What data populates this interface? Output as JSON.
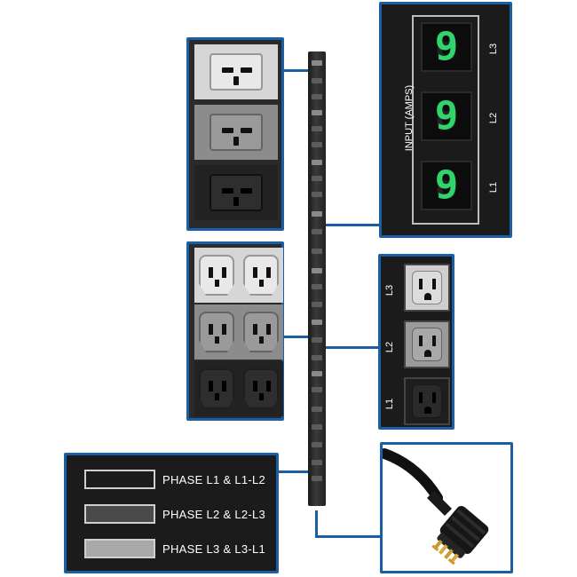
{
  "display": {
    "title": "INPUT (AMPS)",
    "phases": [
      {
        "label": "L3",
        "reading": "9"
      },
      {
        "label": "L2",
        "reading": "9"
      },
      {
        "label": "L1",
        "reading": "9"
      }
    ],
    "digit_color": "#2fd56b"
  },
  "nema_outlets": {
    "phases": [
      {
        "label": "L3",
        "color": "#d9d9d9"
      },
      {
        "label": "L2",
        "color": "#a8a8a8"
      },
      {
        "label": "L1",
        "color": "#2a2a2a"
      }
    ]
  },
  "legend": {
    "rows": [
      {
        "text": "PHASE  L1 &  L1-L2",
        "swatch_color": "#1b1b1b"
      },
      {
        "text": "PHASE  L2 &  L2-L3",
        "swatch_color": "#4a4a4a"
      },
      {
        "text": "PHASE  L3 &  L3-L1",
        "swatch_color": "#a9a9a9"
      }
    ]
  },
  "colors": {
    "accent_border": "#1a5fa3",
    "panel_bg": "#1b1b1b",
    "phase1": "#1e1e1e",
    "phase2": "#8a8a8a",
    "phase3": "#d8d8d8"
  },
  "icons": {
    "plug": "twist-lock-plug-icon",
    "pdu": "vertical-pdu-icon"
  }
}
